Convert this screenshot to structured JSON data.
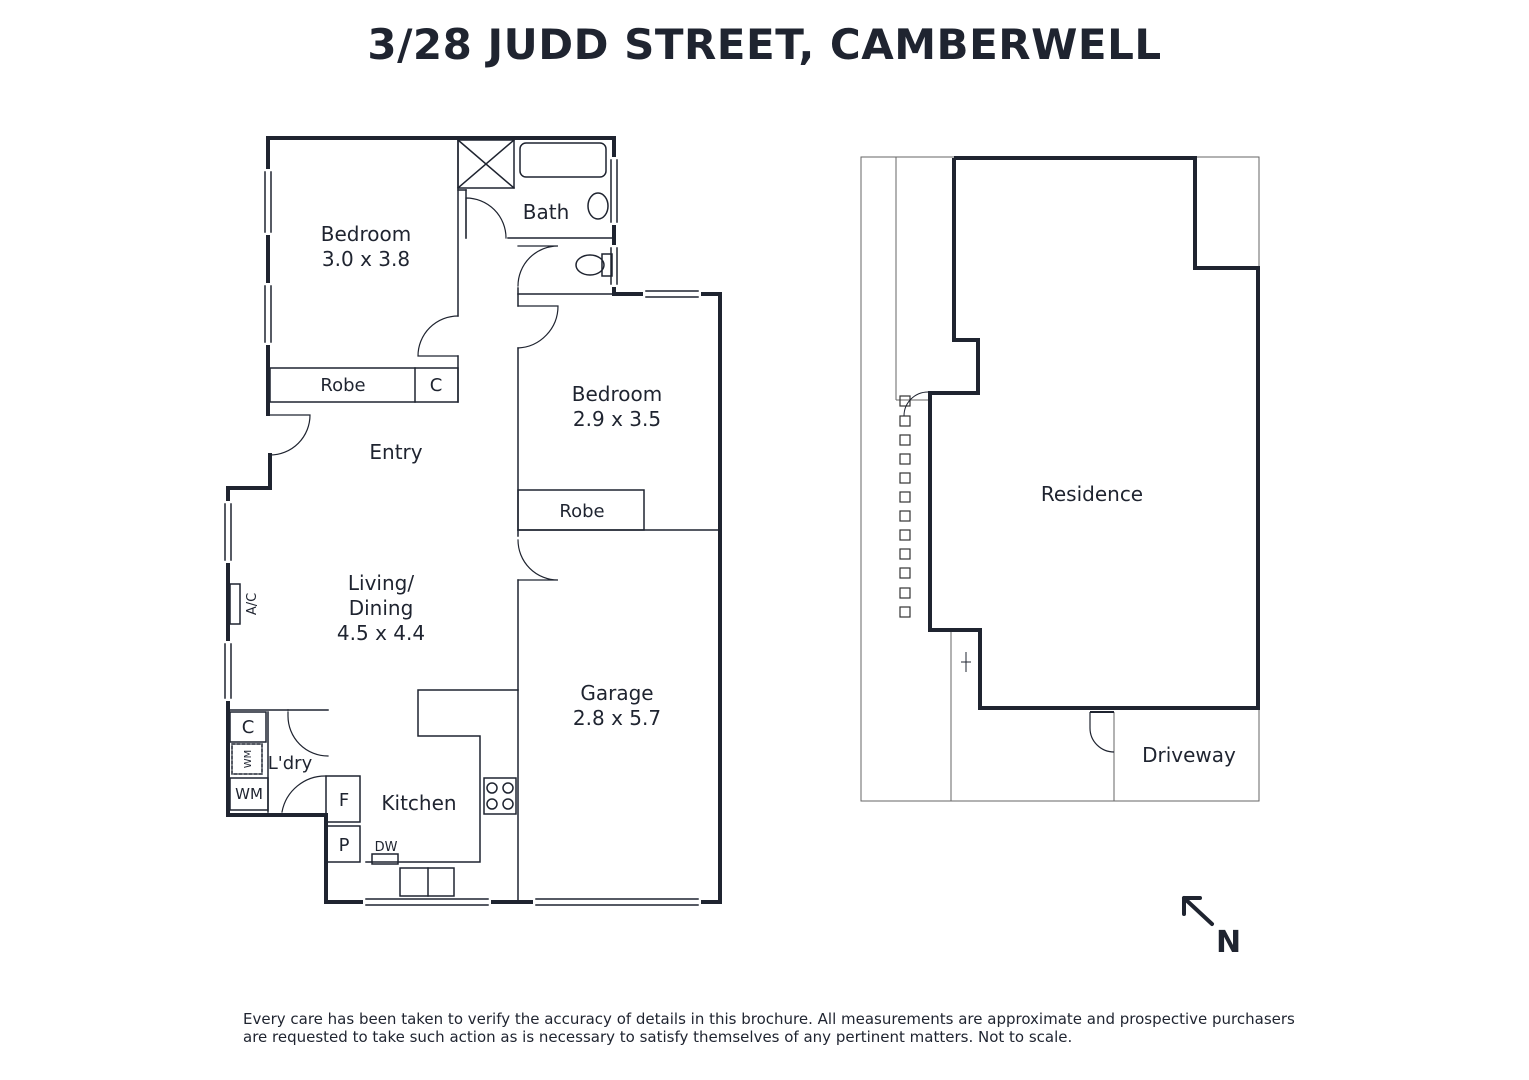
{
  "title": "3/28 JUDD STREET, CAMBERWELL",
  "floor_plan": {
    "rooms": {
      "bedroom1": {
        "name": "Bedroom",
        "size": "3.0 x 3.8"
      },
      "bath": {
        "name": "Bath"
      },
      "robe1": {
        "name": "Robe"
      },
      "c1": {
        "name": "C"
      },
      "entry": {
        "name": "Entry"
      },
      "bedroom2": {
        "name": "Bedroom",
        "size": "2.9 x 3.5"
      },
      "robe2": {
        "name": "Robe"
      },
      "living": {
        "name_line1": "Living/",
        "name_line2": "Dining",
        "size": "4.5 x 4.4"
      },
      "ac": {
        "name": "A/C"
      },
      "garage": {
        "name": "Garage",
        "size": "2.8 x 5.7"
      },
      "c2": {
        "name": "C"
      },
      "laundry": {
        "name": "L'dry"
      },
      "wm_small": {
        "name": "WM"
      },
      "wm": {
        "name": "WM"
      },
      "fridge": {
        "name": "F"
      },
      "pantry": {
        "name": "P"
      },
      "kitchen": {
        "name": "Kitchen"
      },
      "dw": {
        "name": "DW"
      }
    }
  },
  "site_plan": {
    "residence": "Residence",
    "driveway": "Driveway"
  },
  "compass": {
    "label": "N"
  },
  "disclaimer_line1": "Every care has been taken to verify the accuracy of details in this brochure. All measurements are approximate and prospective purchasers",
  "disclaimer_line2": "are requested to take such action as is necessary to satisfy themselves of any pertinent matters. Not to scale.",
  "colors": {
    "ink": "#1f2430",
    "wall": "#1f2430",
    "thin": "#3a3f4a"
  }
}
